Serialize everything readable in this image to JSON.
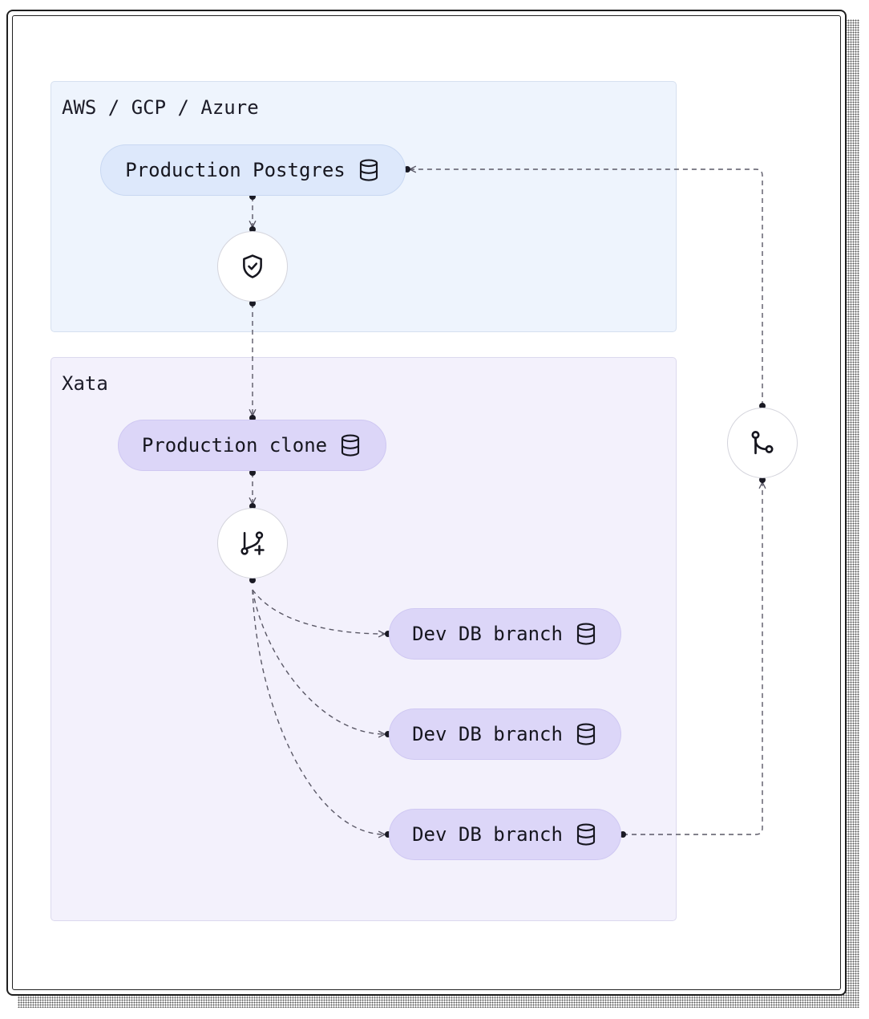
{
  "regions": {
    "cloud": {
      "label": "AWS / GCP / Azure"
    },
    "xata": {
      "label": "Xata"
    }
  },
  "nodes": {
    "production_postgres": {
      "label": "Production Postgres",
      "icon": "database-icon"
    },
    "security_check": {
      "icon": "shield-check-icon"
    },
    "production_clone": {
      "label": "Production clone",
      "icon": "database-icon"
    },
    "branch_create": {
      "icon": "git-branch-plus-icon"
    },
    "dev_branches": [
      {
        "label": "Dev DB branch",
        "icon": "database-icon"
      },
      {
        "label": "Dev DB branch",
        "icon": "database-icon"
      },
      {
        "label": "Dev DB branch",
        "icon": "database-icon"
      }
    ],
    "merge": {
      "icon": "git-merge-icon"
    }
  },
  "colors": {
    "cloud_region": "#eef4fd",
    "xata_region": "#f3f1fc",
    "postgres_pill": "#dde8fb",
    "xata_pill": "#dcd6f8",
    "connector": "#5a5866"
  }
}
